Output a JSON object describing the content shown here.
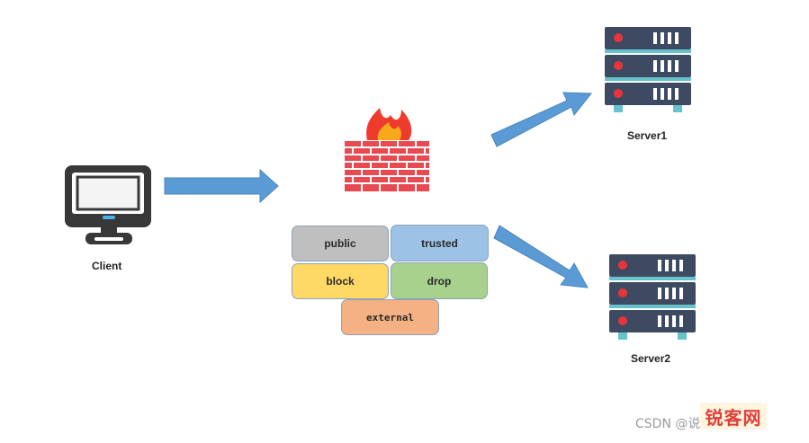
{
  "client": {
    "label": "Client",
    "icon": "desktop-monitor-icon"
  },
  "firewall": {
    "icon": "firewall-brick-wall-icon"
  },
  "zones": [
    {
      "key": "public",
      "label": "public",
      "color": "#bfbfbf"
    },
    {
      "key": "trusted",
      "label": "trusted",
      "color": "#9cc3e6"
    },
    {
      "key": "block",
      "label": "block",
      "color": "#ffd966"
    },
    {
      "key": "drop",
      "label": "drop",
      "color": "#a9d18e"
    },
    {
      "key": "external",
      "label": "external",
      "color": "#f4b183"
    }
  ],
  "servers": [
    {
      "label": "Server1",
      "icon": "server-rack-icon"
    },
    {
      "label": "Server2",
      "icon": "server-rack-icon"
    }
  ],
  "colors": {
    "arrow": "#5b9bd5",
    "server_body": "#3e4a61",
    "server_led": "#e8343a",
    "server_strip": "#66c2cc",
    "brick": "#e84a52",
    "flame_outer": "#ef3b2d",
    "flame_inner": "#f7a81b",
    "monitor_frame": "#383838",
    "monitor_accent": "#49b2e8"
  },
  "watermark": {
    "text": "CSDN @说个笑话吧.",
    "stamp": "锐客网"
  }
}
